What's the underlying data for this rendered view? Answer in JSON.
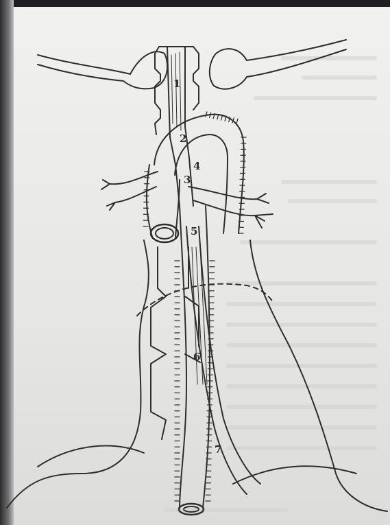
{
  "photo": {
    "subject": "anatomical-line-drawing",
    "labels": [
      "1",
      "2",
      "3",
      "4",
      "5",
      "6",
      "7"
    ],
    "colors": {
      "ink": "#2c2c2c",
      "paper": "#ececea",
      "frame": "#2a2a2c"
    }
  }
}
